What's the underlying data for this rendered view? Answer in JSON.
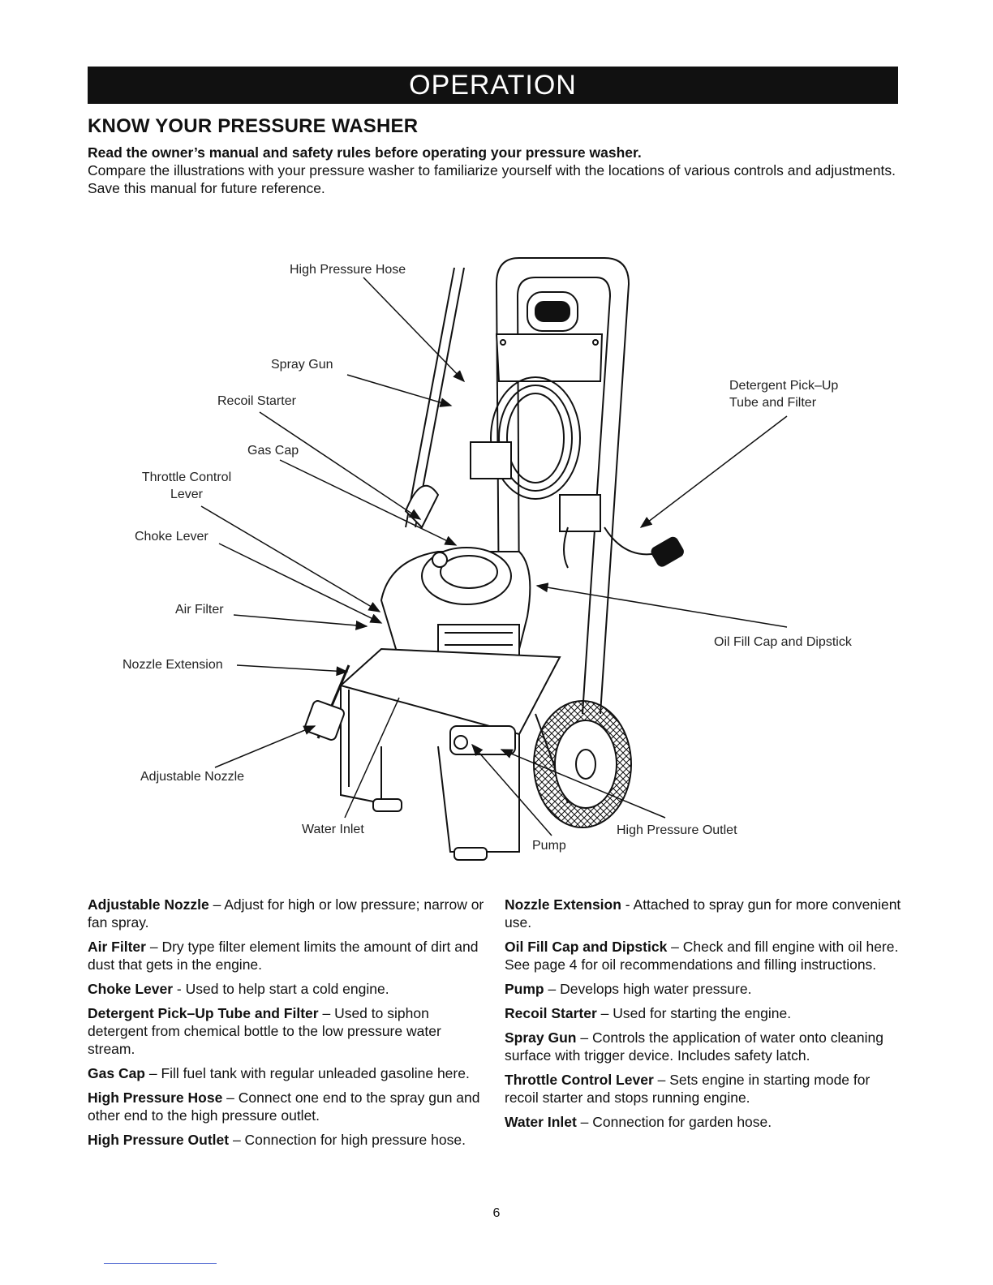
{
  "section_banner": "OPERATION",
  "heading": "KNOW YOUR PRESSURE WASHER",
  "lead": "Read the owner’s manual and safety rules before operating your pressure washer.",
  "intro": "Compare the illustrations with your pressure washer to familiarize yourself with the locations of various controls and adjustments. Save this manual for future reference.",
  "callouts": {
    "high_pressure_hose": "High Pressure Hose",
    "spray_gun": "Spray Gun",
    "recoil_starter": "Recoil Starter",
    "gas_cap": "Gas Cap",
    "throttle_line1": "Throttle Control",
    "throttle_line2": "Lever",
    "choke_lever": "Choke Lever",
    "air_filter": "Air Filter",
    "nozzle_extension": "Nozzle Extension",
    "adjustable_nozzle": "Adjustable Nozzle",
    "water_inlet": "Water Inlet",
    "pump": "Pump",
    "high_pressure_outlet": "High Pressure Outlet",
    "detergent_line1": "Detergent Pick–Up",
    "detergent_line2": "Tube and Filter",
    "oil_fill": "Oil Fill Cap and Dipstick"
  },
  "definitions_left": [
    {
      "term": "Adjustable Nozzle",
      "sep": " – ",
      "text": "Adjust for high or low pressure; narrow or fan spray."
    },
    {
      "term": "Air Filter",
      "sep": " – ",
      "text": "Dry type filter element limits the amount of dirt and dust that gets in the engine."
    },
    {
      "term": "Choke Lever",
      "sep": " - ",
      "text": "Used to help start a cold engine."
    },
    {
      "term": "Detergent Pick–Up Tube and Filter",
      "sep": " – ",
      "text": "Used to siphon detergent from chemical bottle to the low pressure water stream."
    },
    {
      "term": "Gas Cap",
      "sep": " – ",
      "text": "Fill fuel tank with regular unleaded gasoline here."
    },
    {
      "term": "High Pressure Hose",
      "sep": " – ",
      "text": "Connect one end to the spray gun and other end to the high pressure outlet."
    },
    {
      "term": "High Pressure Outlet",
      "sep": " – ",
      "text": "Connection for high pressure hose."
    }
  ],
  "definitions_right": [
    {
      "term": "Nozzle Extension",
      "sep": " - ",
      "text": "Attached to spray gun for more convenient use."
    },
    {
      "term": "Oil Fill Cap and Dipstick",
      "sep": " – ",
      "text": "Check and fill engine with oil here. See page 4 for oil recommendations and filling instructions."
    },
    {
      "term": "Pump",
      "sep": " – ",
      "text": "Develops high water pressure."
    },
    {
      "term": "Recoil Starter",
      "sep": " – ",
      "text": "Used for starting the engine."
    },
    {
      "term": "Spray Gun",
      "sep": " – ",
      "text": "Controls the application of water onto cleaning surface with trigger device. Includes safety latch."
    },
    {
      "term": "Throttle Control Lever",
      "sep": " – ",
      "text": "Sets engine in starting mode for recoil starter and stops running engine."
    },
    {
      "term": "Water Inlet",
      "sep": " – ",
      "text": "Connection for garden hose."
    }
  ],
  "page_number": "6"
}
